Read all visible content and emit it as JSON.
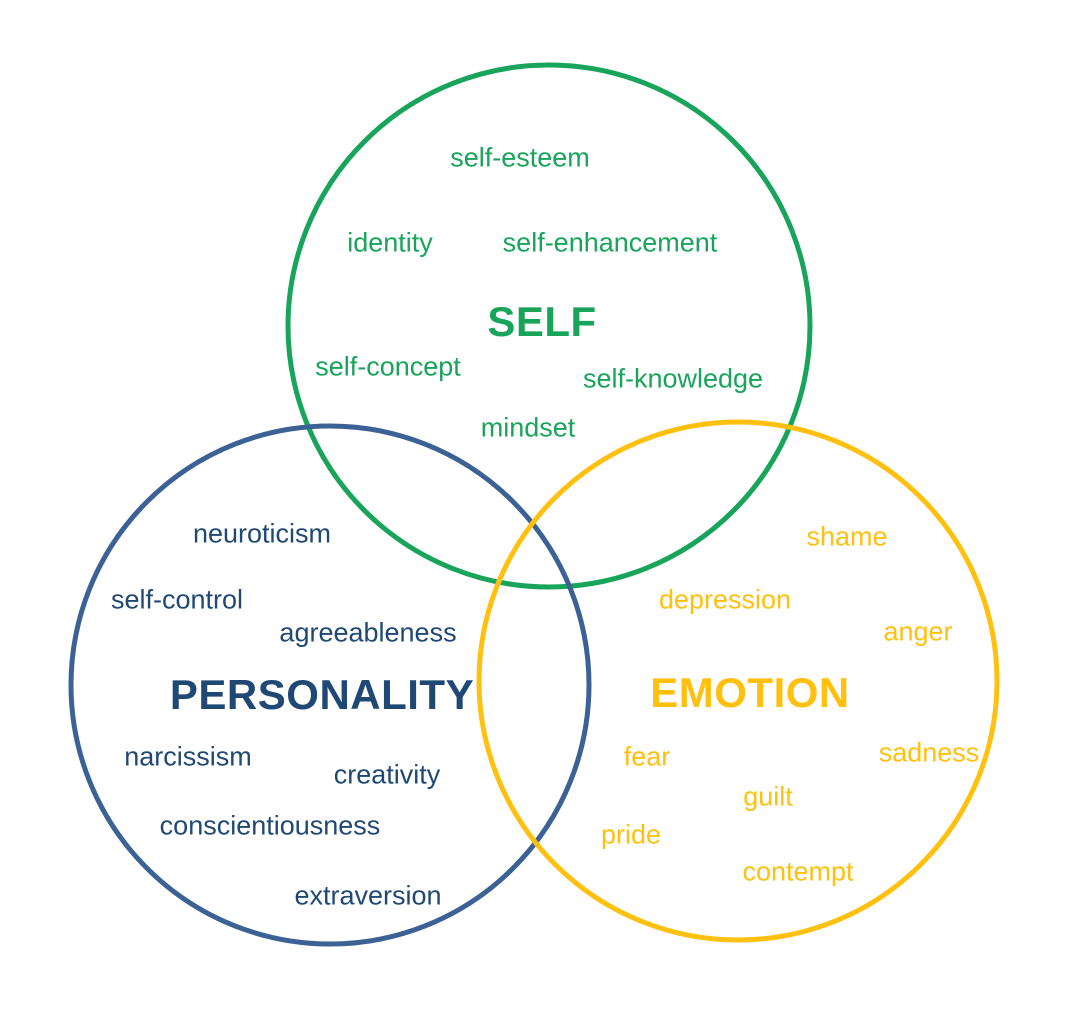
{
  "colors": {
    "self_green": "#18A55B",
    "personality_stroke_blue": "#3C6295",
    "personality_text_navy": "#1F4874",
    "emotion_yellow": "#FFC010",
    "background": "#FFFFFF"
  },
  "diagram": {
    "type": "venn",
    "description": "Three overlapping circles: SELF (green, top), PERSONALITY (navy, bottom-left), EMOTION (yellow, bottom-right)",
    "sets": [
      {
        "id": "self",
        "title": "SELF",
        "color": "#18A55B",
        "labels": [
          "self-esteem",
          "identity",
          "self-enhancement",
          "self-concept",
          "self-knowledge",
          "mindset"
        ]
      },
      {
        "id": "personality",
        "title": "PERSONALITY",
        "stroke_color": "#3C6295",
        "text_color": "#1F4874",
        "labels": [
          "neuroticism",
          "self-control",
          "agreeableness",
          "narcissism",
          "creativity",
          "conscientiousness",
          "extraversion"
        ]
      },
      {
        "id": "emotion",
        "title": "EMOTION",
        "color": "#FFC010",
        "labels": [
          "shame",
          "depression",
          "anger",
          "fear",
          "sadness",
          "guilt",
          "pride",
          "contempt"
        ]
      }
    ]
  }
}
